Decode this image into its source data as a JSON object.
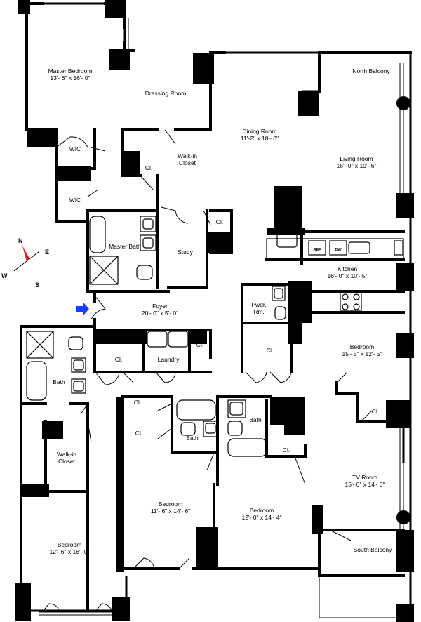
{
  "rooms": {
    "master_bedroom": {
      "name": "Master Bedroom",
      "dim": "13'- 6\" x 16'- 0\""
    },
    "dressing_room": {
      "name": "Dressing Room"
    },
    "north_balcony": {
      "name": "North Balcony"
    },
    "dining_room": {
      "name": "Dining Room",
      "dim": "11'-2\" x 18'- 0\""
    },
    "living_room": {
      "name": "Living Room",
      "dim": "16'- 0\" x 19'- 6\""
    },
    "wic_1": {
      "name": "WIC"
    },
    "wic_2": {
      "name": "WIC"
    },
    "walkin_closet_top": {
      "name": "Walk-in Closet"
    },
    "cl_dressing": {
      "name": "Cl."
    },
    "cl_study": {
      "name": "Cl."
    },
    "master_bath": {
      "name": "Master Bath"
    },
    "study": {
      "name": "Study"
    },
    "kitchen": {
      "name": "Kitchen",
      "dim": "16'- 0\" x 10'- 5\""
    },
    "pwdr_rm": {
      "name": "Pwdr. Rm."
    },
    "foyer": {
      "name": "Foyer",
      "dim": "20'- 0\" x 5'- 0\""
    },
    "bath_left": {
      "name": "Bath"
    },
    "cl_foyer_1": {
      "name": "Cl."
    },
    "laundry": {
      "name": "Laundry"
    },
    "cl_foyer_2": {
      "name": "Cl."
    },
    "cl_kitchen": {
      "name": "Cl."
    },
    "bedroom_east": {
      "name": "Bedroom",
      "dim": "15'- 5\" x 12'- 5\""
    },
    "cl_bedroom_east": {
      "name": "Cl."
    },
    "cl_small_1": {
      "name": "Cl."
    },
    "cl_small_2": {
      "name": "Cl."
    },
    "bath_center": {
      "name": "Bath"
    },
    "bath_center_right": {
      "name": "Bath"
    },
    "cl_center": {
      "name": "Cl."
    },
    "walkin_closet_bottom": {
      "name": "Walk-in Closet"
    },
    "bedroom_center": {
      "name": "Bedroom",
      "dim": "11'- 6\" x 14'- 6\""
    },
    "bedroom_center_right": {
      "name": "Bedroom",
      "dim": "12'- 0\" x 14'- 4\""
    },
    "tv_room": {
      "name": "TV Room",
      "dim": "15'- 0\" x 14'- 0\""
    },
    "south_balcony": {
      "name": "South Balcony"
    },
    "bedroom_sw": {
      "name": "Bedroom",
      "dim": "12'- 6\" x 16'- 0\""
    }
  },
  "appliances": {
    "ref": "REF",
    "dw": "DW"
  },
  "compass": {
    "n": "N",
    "s": "S",
    "e": "E",
    "w": "W"
  },
  "colors": {
    "wall": "#000000",
    "entry_arrow": "#1a3cff",
    "compass_red": "#e0201a"
  },
  "icons": {
    "entry": "entry-arrow-icon",
    "compass": "compass-icon"
  }
}
